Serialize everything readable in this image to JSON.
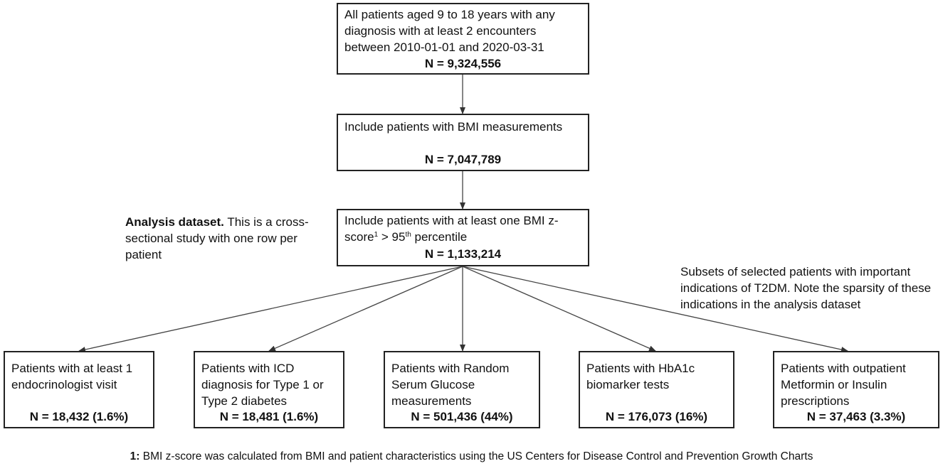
{
  "top_boxes": [
    {
      "lines": [
        "All patients aged 9 to 18 years with any",
        "diagnosis with at least 2 encounters",
        "between 2010-01-01 and 2020-03-31"
      ],
      "n": "N = 9,324,556"
    },
    {
      "lines": [
        "Include patients with BMI measurements"
      ],
      "n": "N = 7,047,789"
    },
    {
      "line1": "Include patients with at least one BMI z-",
      "line2_pre": "score",
      "line2_sup1": "1",
      "line2_mid": " > 95",
      "line2_sup2": "th",
      "line2_post": " percentile",
      "n": "N = 1,133,214"
    }
  ],
  "analysis_note": {
    "bold": "Analysis dataset.",
    "line1_rest": " This is a cross-",
    "line2": "sectional study with one row per",
    "line3": "patient"
  },
  "subset_note": {
    "lines": [
      "Subsets of selected patients with important",
      "indications of T2DM.  Note the sparsity of these",
      "indications in the analysis dataset"
    ]
  },
  "subset_boxes": [
    {
      "lines": [
        "Patients with at least 1",
        "endocrinologist visit"
      ],
      "n": "N = 18,432 (1.6%)"
    },
    {
      "lines": [
        "Patients with ICD",
        "diagnosis for Type 1 or",
        "Type 2 diabetes"
      ],
      "n": "N = 18,481 (1.6%)"
    },
    {
      "lines": [
        "Patients with Random",
        "Serum Glucose",
        "measurements"
      ],
      "n": "N = 501,436 (44%)"
    },
    {
      "lines": [
        "Patients with HbA1c",
        "biomarker tests"
      ],
      "n": "N = 176,073 (16%)"
    },
    {
      "lines": [
        "Patients with outpatient",
        "Metformin or Insulin",
        "prescriptions"
      ],
      "n": "N = 37,463 (3.3%)"
    }
  ],
  "footnote": {
    "marker": "1:",
    "text": " BMI z-score was calculated from BMI and patient characteristics using the US Centers for Disease Control and Prevention Growth Charts"
  }
}
